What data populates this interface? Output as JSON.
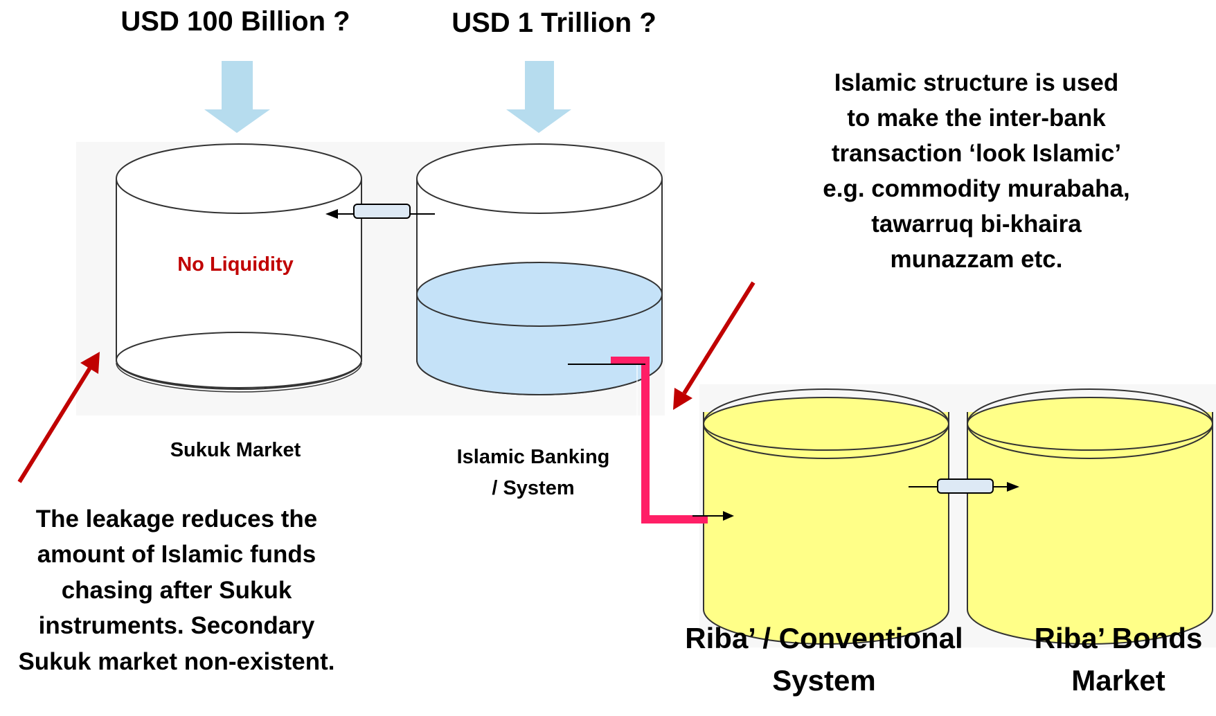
{
  "labels": {
    "top_left": "USD 100 Billion ?",
    "top_mid": "USD 1 Trillion ?",
    "no_liquidity": "No Liquidity",
    "sukuk_market": "Sukuk Market",
    "islamic_banking_line1": "Islamic Banking",
    "islamic_banking_line2": "/ System",
    "islamic_structure_note": [
      "Islamic structure is used",
      "to make the inter-bank",
      "transaction ‘look Islamic’",
      "e.g. commodity murabaha,",
      "tawarruq bi-khaira",
      "munazzam etc."
    ],
    "leakage_note": [
      "The leakage reduces the",
      "amount of Islamic funds",
      "chasing after Sukuk",
      "instruments. Secondary",
      "Sukuk market non-existent."
    ],
    "riba_conventional_line1": "Riba’ / Conventional",
    "riba_conventional_line2": "System",
    "riba_bonds_line1": "Riba’ Bonds",
    "riba_bonds_line2": "Market"
  },
  "colors": {
    "inflow_arrow": "#b6dcee",
    "water_blue": "#c5e2f8",
    "water_yellow": "#ffff88",
    "pipe_pink": "#ff1f66",
    "red_arrow": "#c00000",
    "no_liquidity_text": "#c00000"
  }
}
